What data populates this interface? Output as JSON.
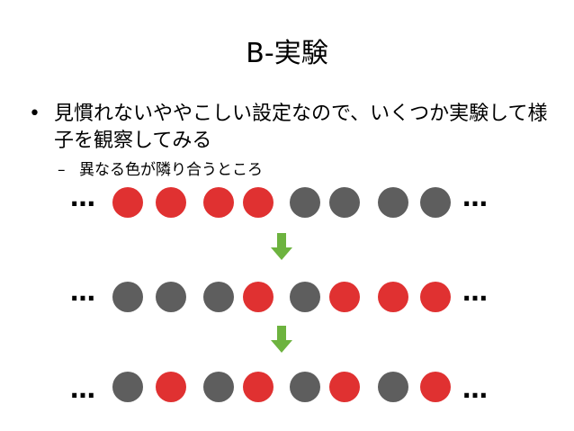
{
  "slide": {
    "title": "B-実験",
    "bullet_marker": "•",
    "bullet_text": "見慣れないややこしい設定なので、いくつか実験して様子を観察してみる",
    "sub_marker": "–",
    "sub_text": "異なる色が隣り合うところ"
  },
  "rows": [
    {
      "left_ellipsis": "…",
      "right_ellipsis": "…",
      "circles": [
        "red",
        "red",
        "red",
        "red",
        "gray",
        "gray",
        "gray",
        "gray"
      ]
    },
    {
      "left_ellipsis": "…",
      "right_ellipsis": "…",
      "circles": [
        "gray",
        "gray",
        "gray",
        "red",
        "gray",
        "red",
        "red",
        "red"
      ]
    },
    {
      "left_ellipsis": "…",
      "right_ellipsis": "…",
      "circles": [
        "gray",
        "red",
        "gray",
        "red",
        "gray",
        "red",
        "gray",
        "red"
      ]
    }
  ],
  "colors": {
    "red": "#e03131",
    "gray": "#5e5e5e",
    "arrow": "#6db33f"
  }
}
